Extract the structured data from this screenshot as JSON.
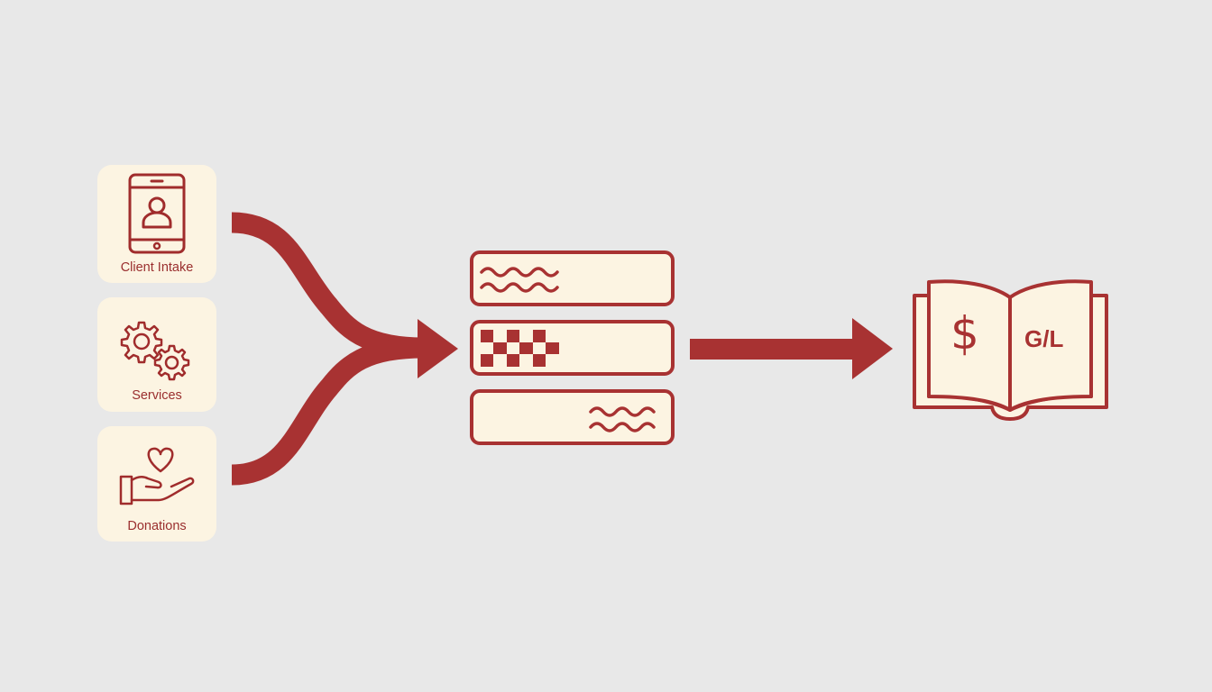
{
  "colors": {
    "background": "#e8e8e8",
    "accent_red": "#a83232",
    "card_fill": "#fcf4e2",
    "label_text": "#9a2e2e"
  },
  "sources": [
    {
      "label": "Client Intake",
      "icon": "tablet-user-icon"
    },
    {
      "label": "Services",
      "icon": "gears-icon"
    },
    {
      "label": "Donations",
      "icon": "hand-heart-icon"
    }
  ],
  "flow": {
    "merge_arrow": "merge-arrow-icon",
    "records": [
      {
        "pattern": "wavy-lines-left"
      },
      {
        "pattern": "checkerboard-left"
      },
      {
        "pattern": "wavy-lines-right"
      }
    ],
    "transfer_arrow": "right-arrow-icon"
  },
  "ledger": {
    "icon": "open-book-icon",
    "left_page_symbol": "$",
    "right_page_text": "G/L"
  }
}
